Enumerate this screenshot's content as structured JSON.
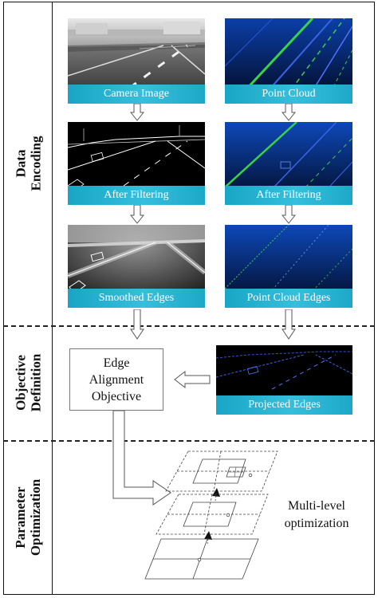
{
  "sections": {
    "data_encoding": "Data\nEncoding",
    "objective_definition": "Objective\nDefinition",
    "parameter_optimization": "Parameter\nOptimization"
  },
  "panels": {
    "camera_image": "Camera Image",
    "point_cloud": "Point Cloud",
    "camera_after_filtering": "After Filtering",
    "cloud_after_filtering": "After Filtering",
    "smoothed_edges": "Smoothed Edges",
    "point_cloud_edges": "Point Cloud Edges",
    "projected_edges": "Projected Edges"
  },
  "objective_box": "Edge\nAlignment\nObjective",
  "optimization_label": "Multi-level\noptimization",
  "colors": {
    "caption_bar": "#2bb4d4",
    "lidar_blue": "#1f4fd0",
    "lidar_green": "#3ad24a"
  }
}
